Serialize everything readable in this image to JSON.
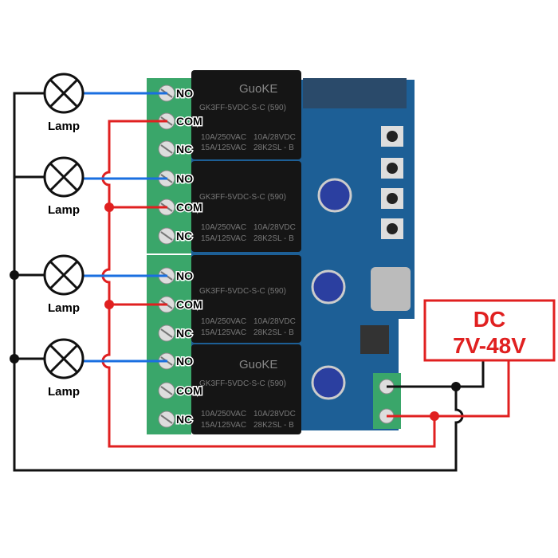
{
  "lamps": [
    {
      "label": "Lamp"
    },
    {
      "label": "Lamp"
    },
    {
      "label": "Lamp"
    },
    {
      "label": "Lamp"
    }
  ],
  "channels": [
    {
      "no": "NO",
      "com": "COM",
      "nc": "NC"
    },
    {
      "no": "NO",
      "com": "COM",
      "nc": "NC"
    },
    {
      "no": "NO",
      "com": "COM",
      "nc": "NC"
    },
    {
      "no": "NO",
      "com": "COM",
      "nc": "NC"
    }
  ],
  "relay": {
    "brand": "GuoKE",
    "model": "GK3FF-5VDC-S-C (590)",
    "rating1": "10A/250VAC",
    "rating2": "10A/28VDC",
    "rating3": "15A/125VAC",
    "rating4": "28K2SL - B"
  },
  "power": {
    "line1": "DC",
    "line2": "7V-48V"
  },
  "colors": {
    "live_wire": "#e02020",
    "load_wire": "#1a6fe0",
    "neutral_wire": "#111111",
    "terminal": "#3aa66a",
    "pcb": "#1d5f96",
    "relay": "#151515"
  }
}
